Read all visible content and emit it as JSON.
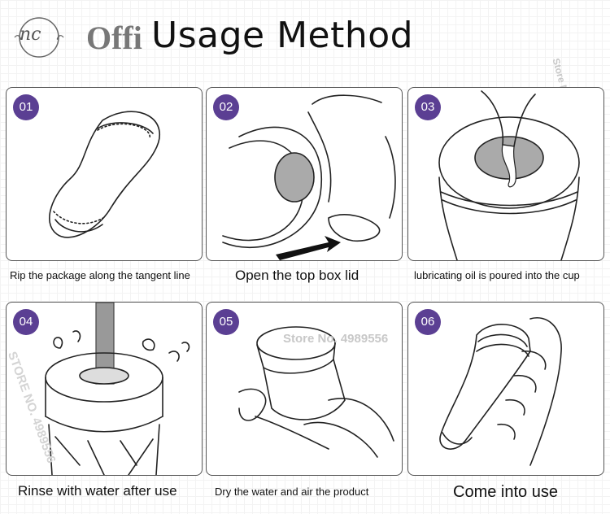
{
  "header": {
    "logo_text": "nc",
    "brand_word": "Offi",
    "title": "Usage Method"
  },
  "steps": [
    {
      "number": "01",
      "caption": "Rip the package along the tangent line"
    },
    {
      "number": "02",
      "caption": "Open the top box lid"
    },
    {
      "number": "03",
      "caption": "lubricating oil is poured into the cup"
    },
    {
      "number": "04",
      "caption": "Rinse with water after use"
    },
    {
      "number": "05",
      "caption": "Dry the water and air the product"
    },
    {
      "number": "06",
      "caption": "Come into use"
    }
  ],
  "watermarks": {
    "store_main": "Store No. 4989556",
    "store_side": "STORE NO. 4989556",
    "store_corner": "Store No."
  },
  "colors": {
    "badge": "#5b3f93",
    "outline": "#222222",
    "gray_fill": "#aaaaaa"
  }
}
